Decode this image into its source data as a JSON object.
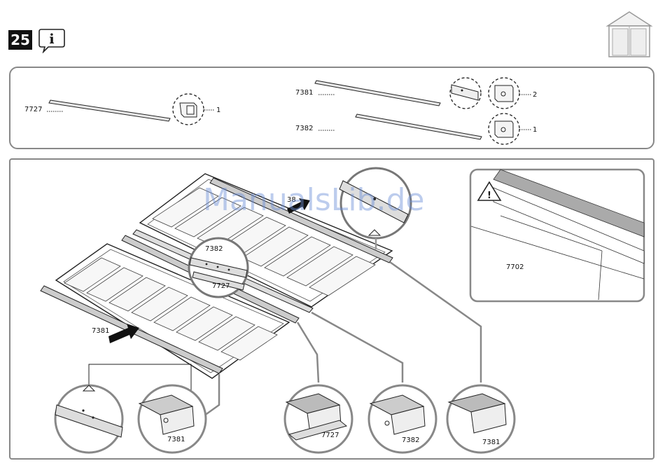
{
  "step": {
    "number": "25"
  },
  "watermark": "ManualsLib.de",
  "parts": [
    {
      "code": "7727",
      "qty": "1"
    },
    {
      "code": "7381",
      "qty": "2"
    },
    {
      "code": "7382",
      "qty": "1"
    }
  ],
  "labels": {
    "detail_7702": "7702",
    "callout_38": "38",
    "callout_7382": "7382",
    "callout_7727": "7727",
    "arrow_7381": "7381",
    "circle_1": "7381",
    "circle_2": "7727",
    "circle_3": "7382",
    "circle_4": "7381"
  },
  "icons": {
    "info": "info-icon",
    "shed": "shed-icon",
    "warning": "warning-icon"
  }
}
